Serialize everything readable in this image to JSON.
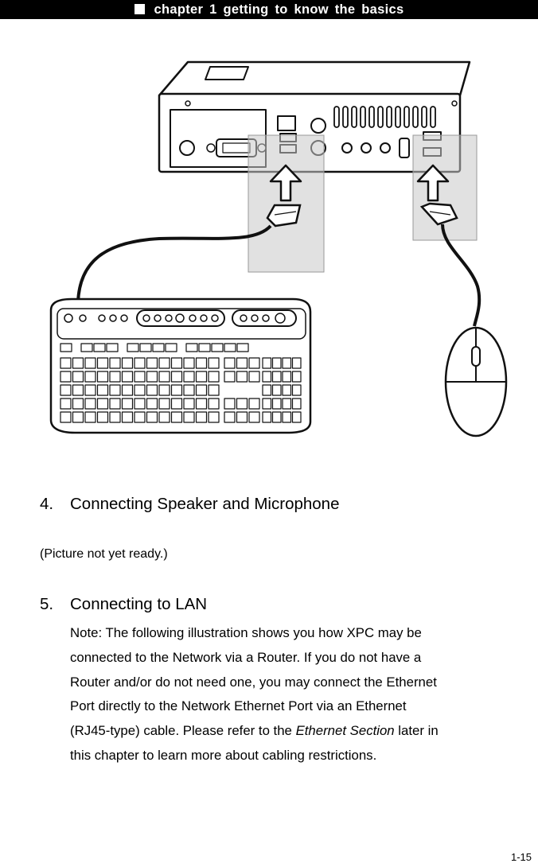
{
  "header": {
    "chapter_title": "chapter 1 getting to know the basics"
  },
  "figure": {
    "illustration": "keyboard-and-mouse-connection",
    "icons": [
      "pc-rear-panel",
      "keyboard",
      "mouse",
      "arrow-up-icon"
    ]
  },
  "sections": [
    {
      "number": "4.",
      "title": "Connecting Speaker and Microphone",
      "note": "(Picture not yet ready.)"
    },
    {
      "number": "5.",
      "title": "Connecting to LAN",
      "paragraph": {
        "line1": "Note: The following illustration shows you how XPC may be",
        "line2": "connected to the Network via a Router. If you do not have a",
        "line3": "Router and/or do not need one, you may connect the Ethernet",
        "line4": "Port directly to the Network Ethernet Port via an Ethernet",
        "line5_pre": "(RJ45-type) cable. Please refer to the ",
        "line5_em": "Ethernet Section",
        "line5_post": " later in",
        "line6": "this chapter to learn more about cabling restrictions."
      }
    }
  ],
  "footer": {
    "page_number": "1-15"
  }
}
